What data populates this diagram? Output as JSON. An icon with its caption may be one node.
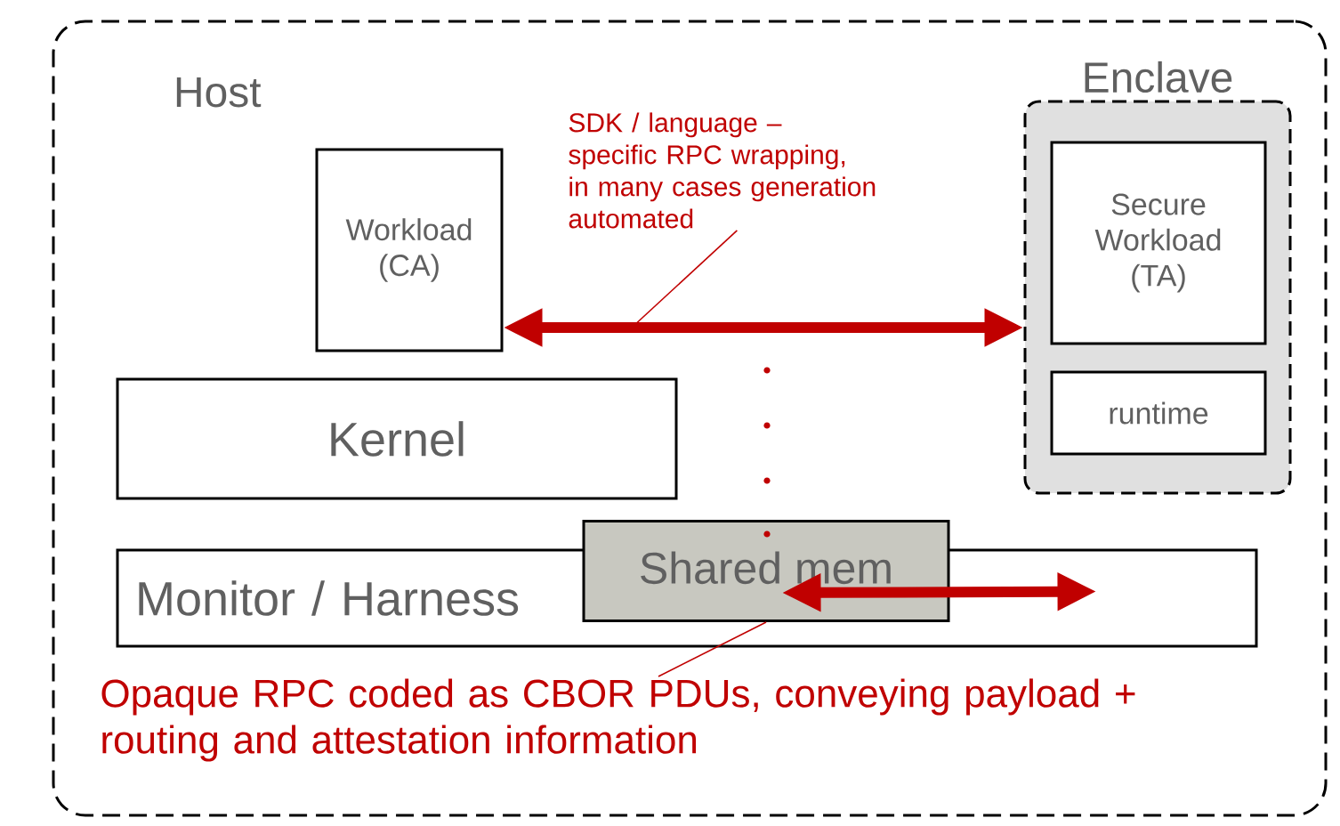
{
  "diagram": {
    "nodes": [
      {
        "text": [
          "Host"
        ]
      },
      {
        "text": [
          "Workload (CA)"
        ],
        "in": 0
      },
      {
        "text": [
          "Enclave"
        ],
        "in": 0
      },
      {
        "text": [
          "Secure Workload (TA)"
        ],
        "in": 2
      },
      {
        "text": [
          "runtime"
        ],
        "in": 2
      },
      {
        "text": [
          "Kernel"
        ],
        "in": 0
      },
      {
        "text": [
          "Monitor / Harness"
        ],
        "in": 0
      },
      {
        "text": [
          "Shared mem"
        ],
        "in": 0
      },
      {
        "text": [
          "SDK / language – specific RPC wrapping, in many cases generation automated"
        ],
        "in": 0
      },
      {
        "text": [
          "Opaque RPC coded as CBOR PDUs, conveying payload + routing and attestation information"
        ],
        "in": 0
      }
    ],
    "edges": [
      {
        "from": 1,
        "to": 2,
        "arrow": "both",
        "style": "thick",
        "color": "#c00000"
      },
      {
        "from": 8,
        "to": null,
        "arrow": "none",
        "color": "#c00000"
      },
      {
        "from": 9,
        "to": 7,
        "arrow": "none",
        "color": "#c00000"
      },
      {
        "from": 7,
        "to": 6,
        "arrow": "both",
        "style": "thick",
        "color": "#c00000"
      }
    ]
  }
}
